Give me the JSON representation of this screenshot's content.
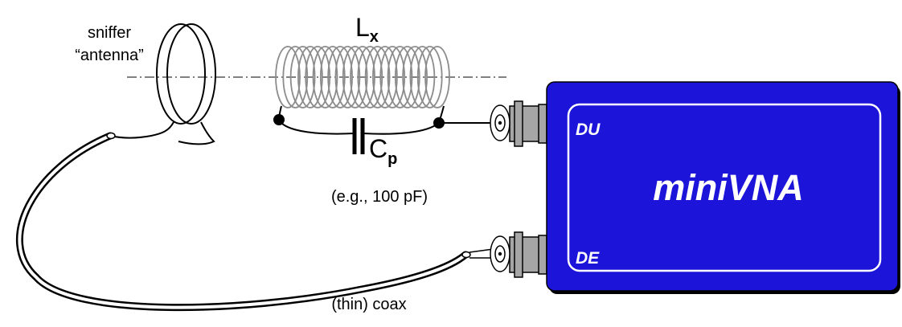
{
  "labels": {
    "sniffer_line1": "sniffer",
    "sniffer_line2": "“antenna”",
    "inductor_main": "L",
    "inductor_sub": "x",
    "capacitor_main": "C",
    "capacitor_sub": "p",
    "capacitor_value": "(e.g., 100 pF)",
    "coax": "(thin) coax"
  },
  "device": {
    "name": "miniVNA",
    "port_top": "DU",
    "port_bottom": "DE",
    "color": "#1c14d8"
  },
  "connector": {
    "body_color": "#a6a6a6"
  },
  "coil": {
    "color": "#8c8c8c",
    "turns": 21
  }
}
